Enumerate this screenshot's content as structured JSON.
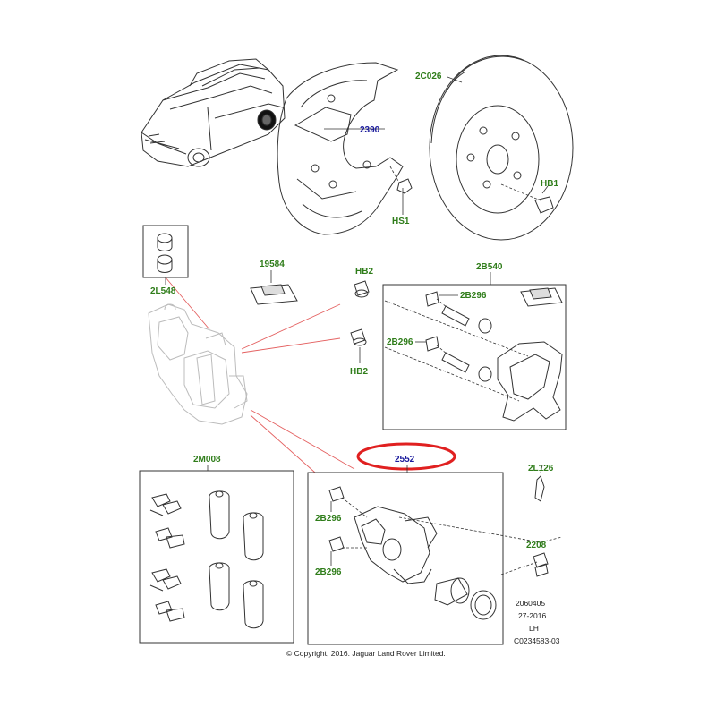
{
  "colors": {
    "green_label": "#2f7d1a",
    "blue_label": "#1a1a9c",
    "line": "#222222",
    "highlight_ring": "#e02020",
    "leader_red": "#e46060"
  },
  "labels": {
    "disc": "2C026",
    "shield": "2390",
    "shield_bolt": "HS1",
    "disc_bolt": "HB1",
    "bushes": "2L548",
    "grease_sachet": "19584",
    "carrier_kit": "2B540",
    "carrier_bolt_top": "HB2",
    "carrier_bolt_bottom": "HB2",
    "pin_bolt_top": "2B296",
    "pin_bolt_bottom": "2B296",
    "pad_kit": "2M008",
    "caliper": "2552",
    "caliper_bolt_top": "2B296",
    "caliper_bolt_bottom": "2B296",
    "wear_sensor_clip": "2L126",
    "bleed_screw": "2208"
  },
  "footer": {
    "copyright": "© Copyright, 2016. Jaguar Land Rover Limited.",
    "ref_line1": "2060405",
    "ref_line2": "27-2016",
    "ref_line3": "LH",
    "ref_line4": "C0234583-03"
  }
}
